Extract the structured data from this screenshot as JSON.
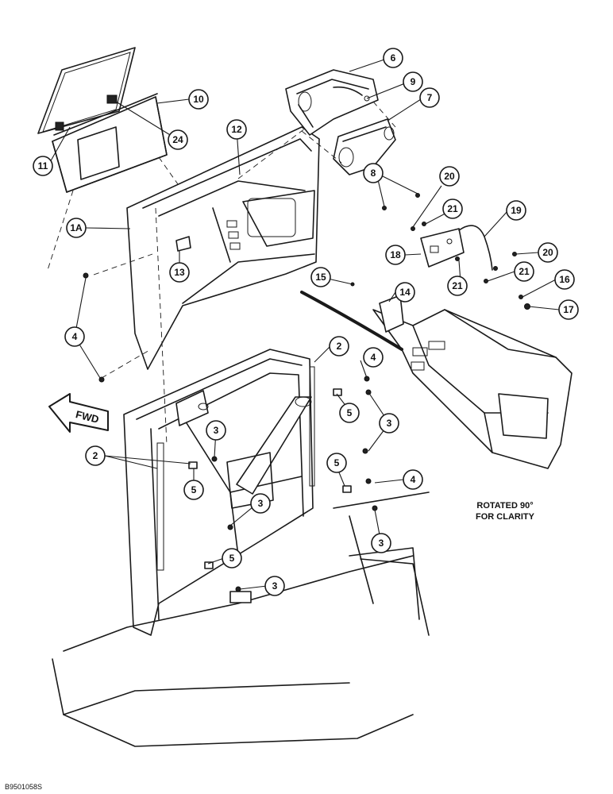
{
  "callouts": [
    {
      "id": "c-10",
      "label": "10"
    },
    {
      "id": "c-24",
      "label": "24"
    },
    {
      "id": "c-11",
      "label": "11"
    },
    {
      "id": "c-6",
      "label": "6"
    },
    {
      "id": "c-9",
      "label": "9"
    },
    {
      "id": "c-7",
      "label": "7"
    },
    {
      "id": "c-8",
      "label": "8"
    },
    {
      "id": "c-12",
      "label": "12"
    },
    {
      "id": "c-1a",
      "label": "1A"
    },
    {
      "id": "c-13",
      "label": "13"
    },
    {
      "id": "c-4a",
      "label": "4"
    },
    {
      "id": "c-20a",
      "label": "20"
    },
    {
      "id": "c-21a",
      "label": "21"
    },
    {
      "id": "c-19",
      "label": "19"
    },
    {
      "id": "c-18",
      "label": "18"
    },
    {
      "id": "c-20b",
      "label": "20"
    },
    {
      "id": "c-21b",
      "label": "21"
    },
    {
      "id": "c-21c",
      "label": "21"
    },
    {
      "id": "c-16",
      "label": "16"
    },
    {
      "id": "c-17",
      "label": "17"
    },
    {
      "id": "c-15",
      "label": "15"
    },
    {
      "id": "c-14",
      "label": "14"
    },
    {
      "id": "c-2a",
      "label": "2"
    },
    {
      "id": "c-4b",
      "label": "4"
    },
    {
      "id": "c-5a",
      "label": "5"
    },
    {
      "id": "c-3a",
      "label": "3"
    },
    {
      "id": "c-3b",
      "label": "3"
    },
    {
      "id": "c-2b",
      "label": "2"
    },
    {
      "id": "c-5b",
      "label": "5"
    },
    {
      "id": "c-5c",
      "label": "5"
    },
    {
      "id": "c-4c",
      "label": "4"
    },
    {
      "id": "c-3c",
      "label": "3"
    },
    {
      "id": "c-3d",
      "label": "3"
    },
    {
      "id": "c-5d",
      "label": "5"
    },
    {
      "id": "c-3e",
      "label": "3"
    }
  ],
  "direction_arrow": {
    "label": "FWD"
  },
  "note": {
    "line1": "ROTATED 90°",
    "line2": "FOR CLARITY"
  },
  "figure_code": "B9501058S"
}
